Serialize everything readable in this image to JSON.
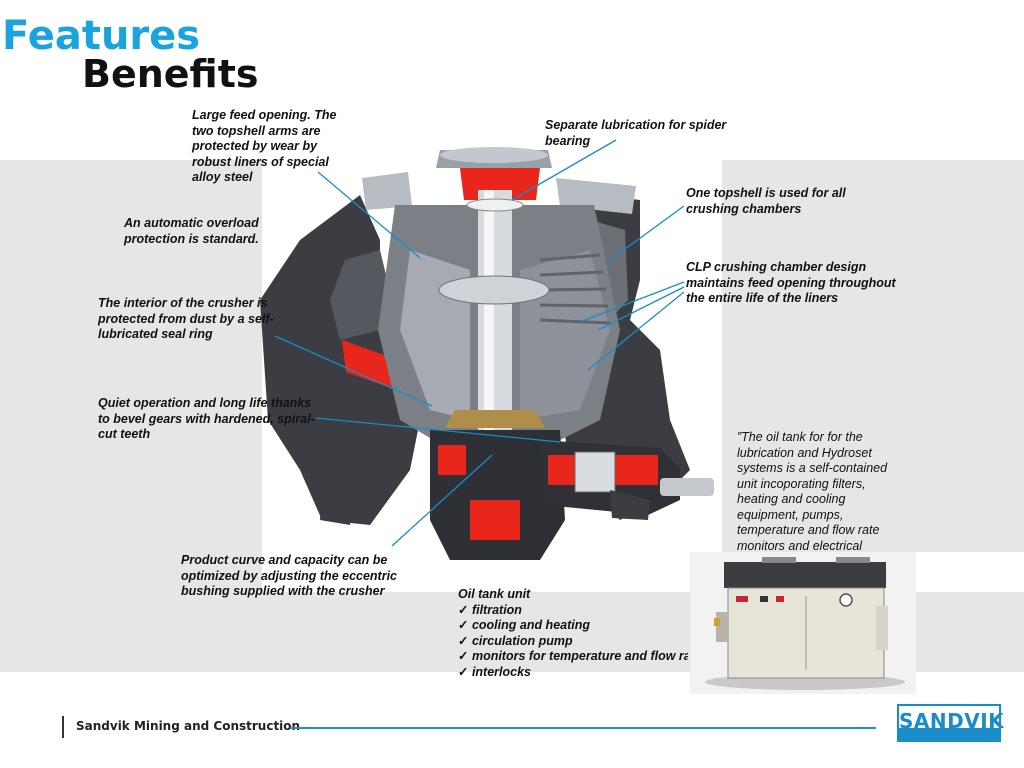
{
  "title": {
    "line1": "Features",
    "line2": "Benefits"
  },
  "callouts": {
    "feed_opening": "Large feed opening. The two topshell arms are protected by wear by robust liners of special alloy steel",
    "overload": "An automatic overload protection is standard.",
    "dust": "The interior of the crusher is protected from dust by a self-lubricated seal ring",
    "gears": "Quiet operation and long life thanks to bevel gears with hardened, spiral-cut teeth",
    "product_curve": "Product curve and capacity can be optimized by adjusting the eccentric bushing supplied with the crusher",
    "spider": "Separate lubrication for spider bearing",
    "topshell": "One topshell is used for all crushing chambers",
    "clp": "CLP crushing chamber design maintains feed opening throughout the entire life of the liners",
    "oil_tank_quote": "”The oil tank for for the lubrication and Hydroset systems is a self-contained unit incoporating filters, heating and cooling equipment, pumps, temperature and flow rate monitors and electrical"
  },
  "oil_tank": {
    "heading": "Oil tank unit",
    "items": [
      "filtration",
      "cooling and heating",
      "circulation pump",
      "monitors for temperature and flow rate",
      "interlocks"
    ]
  },
  "footer": {
    "company": "Sandvik Mining and Construction",
    "logo": "SANDVIK"
  },
  "colors": {
    "accent": "#1aa3dd",
    "leader": "#1a8cc8",
    "band": "#e6e6e6",
    "machine_red": "#e8261c"
  }
}
